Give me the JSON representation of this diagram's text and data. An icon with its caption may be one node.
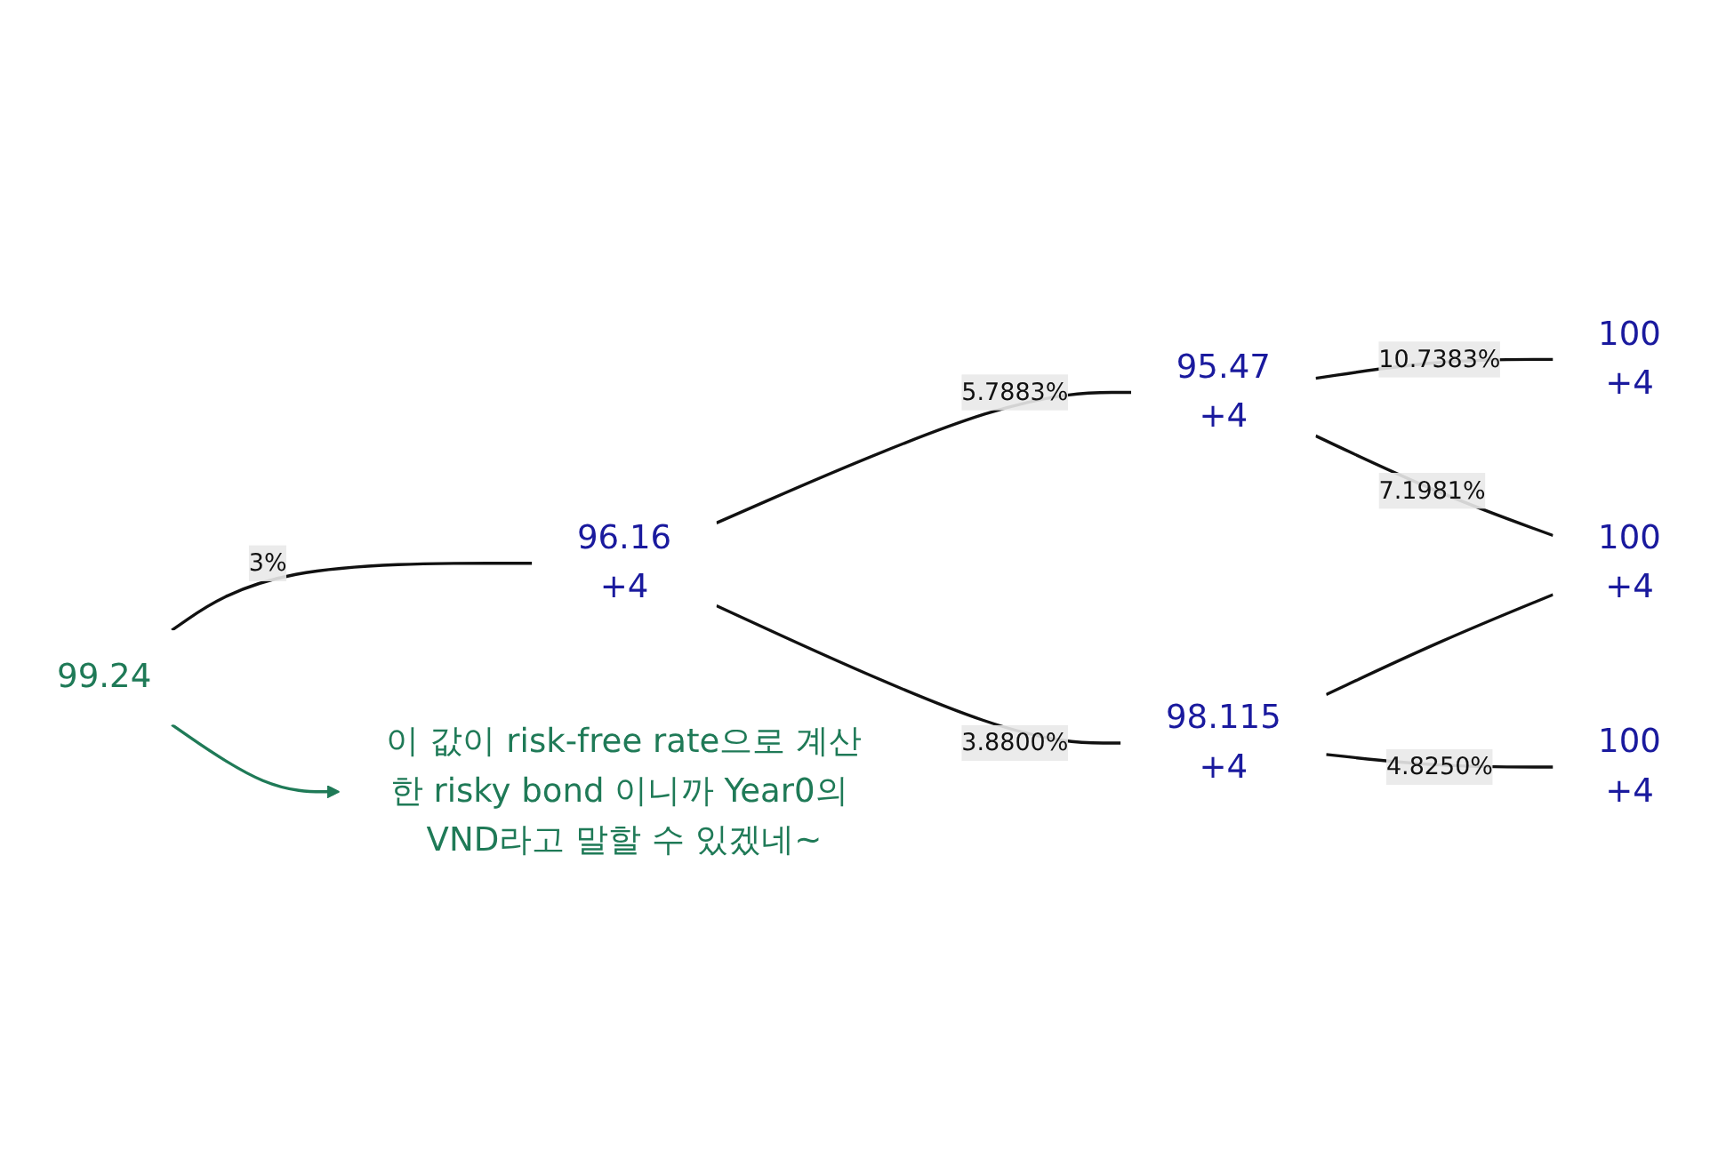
{
  "diagram": {
    "nodes": [
      {
        "text": [
          "99.24"
        ]
      },
      {
        "text": [
          "96.16",
          "+4"
        ]
      },
      {
        "text": [
          "95.47",
          "+4"
        ]
      },
      {
        "text": [
          "98.115",
          "+4"
        ]
      },
      {
        "text": [
          "100",
          "+4"
        ]
      },
      {
        "text": [
          "100",
          "+4"
        ]
      },
      {
        "text": [
          "100",
          "+4"
        ]
      },
      {
        "text": [
          "이 값이 risk-free rate으로 계산한 risky bond 이니까 Year0의 VND라고 말할 수 있겠네~"
        ]
      }
    ],
    "edges": [
      {
        "from": 0,
        "to": 1,
        "arrow": "none",
        "label": "3%"
      },
      {
        "from": 1,
        "to": 2,
        "arrow": "none",
        "label": "5.7883%"
      },
      {
        "from": 1,
        "to": 3,
        "arrow": "none",
        "label": "3.8800%"
      },
      {
        "from": 2,
        "to": 4,
        "arrow": "none",
        "label": "10.7383%"
      },
      {
        "from": 2,
        "to": 5,
        "arrow": "none",
        "label": "7.1981%"
      },
      {
        "from": 3,
        "to": 5,
        "arrow": "none"
      },
      {
        "from": 3,
        "to": 6,
        "arrow": "none",
        "label": "4.8250%"
      },
      {
        "from": 0,
        "to": 7,
        "arrow": "to",
        "color": "#1f7a57"
      }
    ]
  }
}
